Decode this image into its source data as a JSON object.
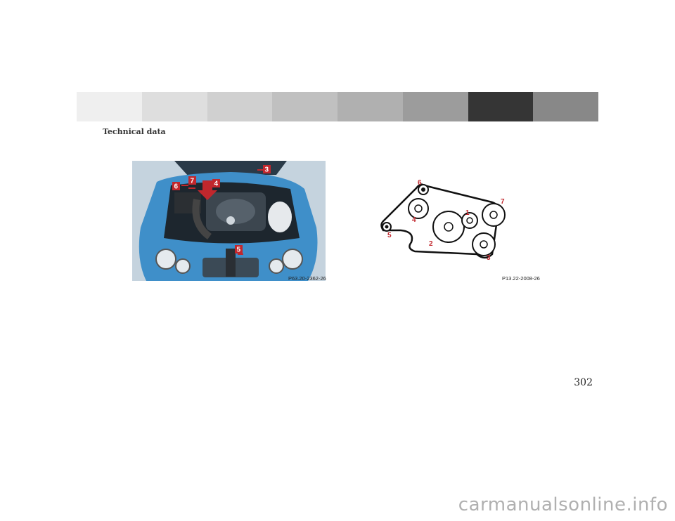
{
  "header": {
    "section_title": "Technical data",
    "tab_colors": [
      "#efefef",
      "#dedede",
      "#d0d0d0",
      "#c0c0c0",
      "#b0b0b0",
      "#9c9c9c",
      "#353535",
      "#888888"
    ]
  },
  "figures": {
    "engine_bay": {
      "reference": "P63.20-2362-26",
      "callouts": [
        "3",
        "7",
        "4",
        "6",
        "5"
      ],
      "car_color": "#3f8fc9",
      "callout_color": "#c1272d"
    },
    "belt_drive": {
      "reference": "P13.22-2008-26",
      "callouts": [
        "6",
        "7",
        "1",
        "4",
        "5",
        "2",
        "3"
      ]
    }
  },
  "page_number": "302",
  "watermark": "carmanualsonline.info"
}
